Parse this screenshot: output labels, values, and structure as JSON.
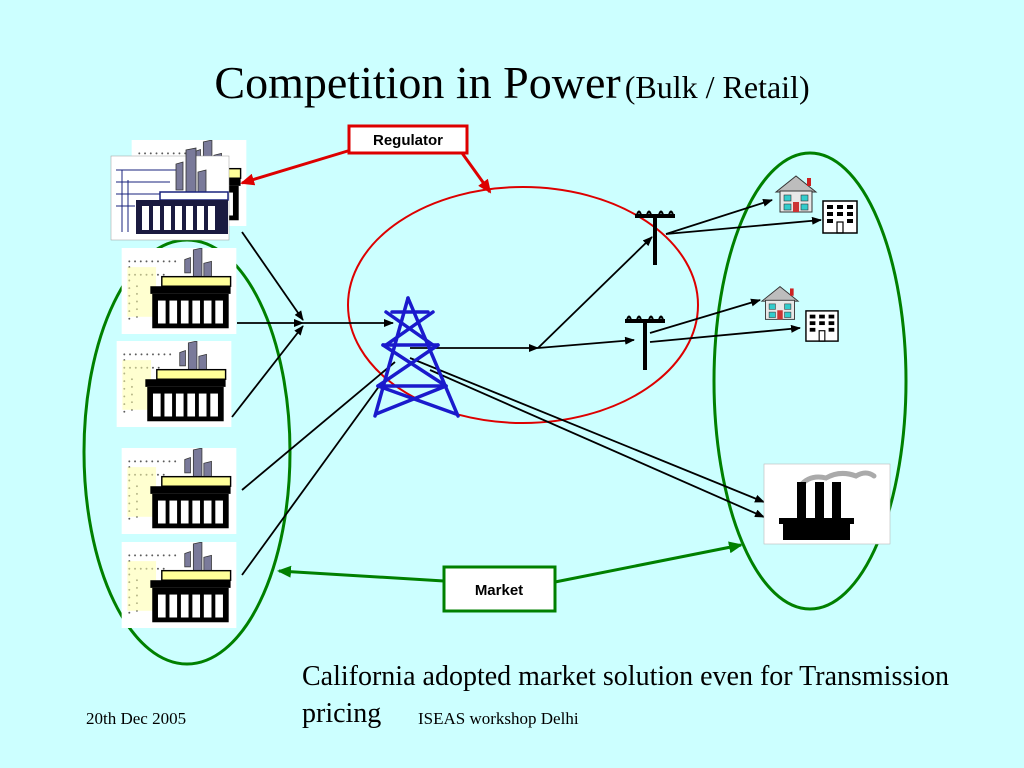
{
  "slide": {
    "title_main": "Competition in Power",
    "title_sub": "(Bulk / Retail)",
    "regulator_label": "Regulator",
    "market_label": "Market",
    "note": "California adopted market solution even for Transmission pricing",
    "footer_date": "20th Dec 2005",
    "footer_event": "ISEAS workshop Delhi"
  },
  "colors": {
    "background": "#ccffff",
    "regulator_border": "#dd0000",
    "market_border": "#008000",
    "group_ellipse": "#008000",
    "grid_ellipse": "#dd0000",
    "tower": "#1a1acc"
  },
  "icons": [
    "power-plant-icon",
    "transmission-tower-icon",
    "utility-pole-icon",
    "house-icon",
    "office-building-icon",
    "factory-icon"
  ]
}
